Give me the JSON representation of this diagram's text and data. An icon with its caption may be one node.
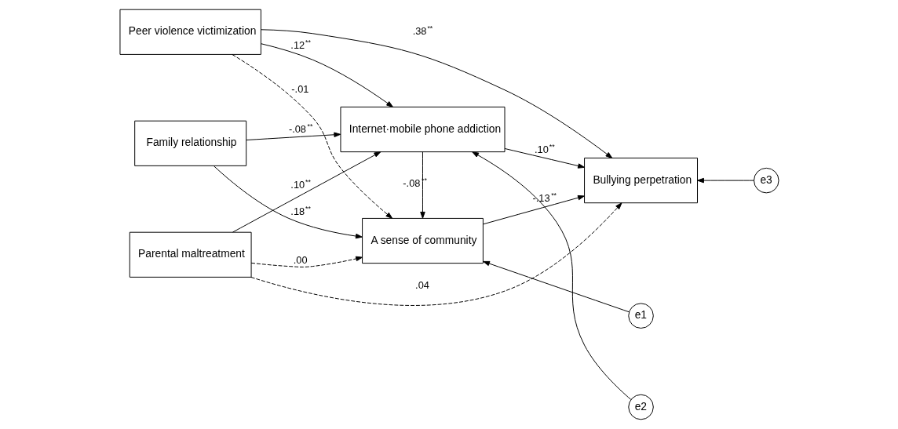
{
  "diagram": {
    "nodes": [
      {
        "text": [
          "Peer violence victimization"
        ]
      },
      {
        "text": [
          "Family relationship"
        ]
      },
      {
        "text": [
          "Parental maltreatment"
        ]
      },
      {
        "text": [
          "A sense of community"
        ]
      },
      {
        "text": [
          "Internet·mobile phone addiction"
        ]
      },
      {
        "text": [
          "Bullying perpetration"
        ]
      },
      {
        "text": [
          "e1"
        ]
      },
      {
        "text": [
          "e2"
        ]
      },
      {
        "text": [
          "e3"
        ]
      }
    ],
    "edges": [
      {
        "from": 0,
        "to": 3,
        "arrow": "to",
        "label": "-.01",
        "style": "dashed"
      },
      {
        "from": 0,
        "to": 4,
        "arrow": "to",
        "label": ".12$^{**}$"
      },
      {
        "from": 0,
        "to": 5,
        "arrow": "to",
        "label": ".38$^{**}$"
      },
      {
        "from": 1,
        "to": 3,
        "arrow": "to",
        "label": ".18$^{**}$"
      },
      {
        "from": 1,
        "to": 4,
        "arrow": "to",
        "label": "-.08$^{**}$"
      },
      {
        "from": 2,
        "to": 3,
        "arrow": "to",
        "label": ".00",
        "style": "dashed"
      },
      {
        "from": 2,
        "to": 4,
        "arrow": "to",
        "label": ".10$^{**}$"
      },
      {
        "from": 2,
        "to": 5,
        "arrow": "to",
        "label": ".04",
        "style": "dashed"
      },
      {
        "from": 3,
        "to": 5,
        "arrow": "to",
        "label": "-.13$^{**}$"
      },
      {
        "from": 4,
        "to": 3,
        "arrow": "to",
        "label": "-.08$^{**}$"
      },
      {
        "from": 4,
        "to": 5,
        "arrow": "to",
        "label": ".10$^{**}$"
      },
      {
        "from": 6,
        "to": 3,
        "arrow": "to"
      },
      {
        "from": 7,
        "to": 4,
        "arrow": "to"
      },
      {
        "from": 8,
        "to": 5,
        "arrow": "to"
      }
    ]
  }
}
